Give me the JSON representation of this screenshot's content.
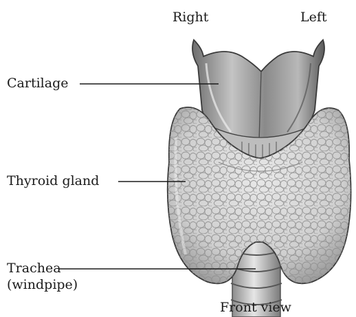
{
  "orientation": {
    "right": "Right",
    "left": "Left"
  },
  "labels": {
    "cartilage": "Cartilage",
    "thyroid_gland": "Thyroid gland",
    "trachea_line1": "Trachea",
    "trachea_line2": "(windpipe)"
  },
  "caption": "Front view",
  "colors": {
    "background": "#ffffff",
    "ink": "#1a1a1a",
    "gland_fill": "#d4d4d4",
    "cartilage_fill": "#9a9a9a"
  }
}
